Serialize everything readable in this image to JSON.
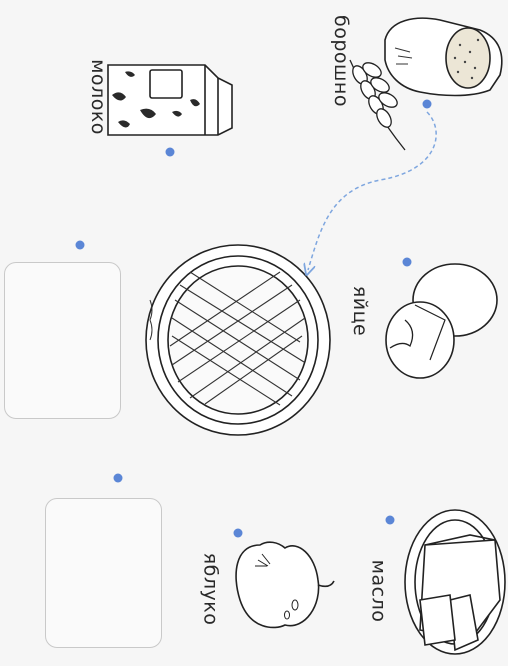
{
  "worksheet": {
    "labels": {
      "flour": "борошно",
      "milk": "молоко",
      "eggs": "яйце",
      "apple": "яблуко",
      "butter": "масло"
    },
    "colors": {
      "dot": "#5b86d6",
      "line": "#222222",
      "dashed_arrow": "#7ea6df"
    },
    "icons": [
      "flour-sack-icon",
      "wheat-icon",
      "milk-carton-icon",
      "pie-icon",
      "eggs-icon",
      "apple-icon",
      "butter-icon"
    ]
  }
}
